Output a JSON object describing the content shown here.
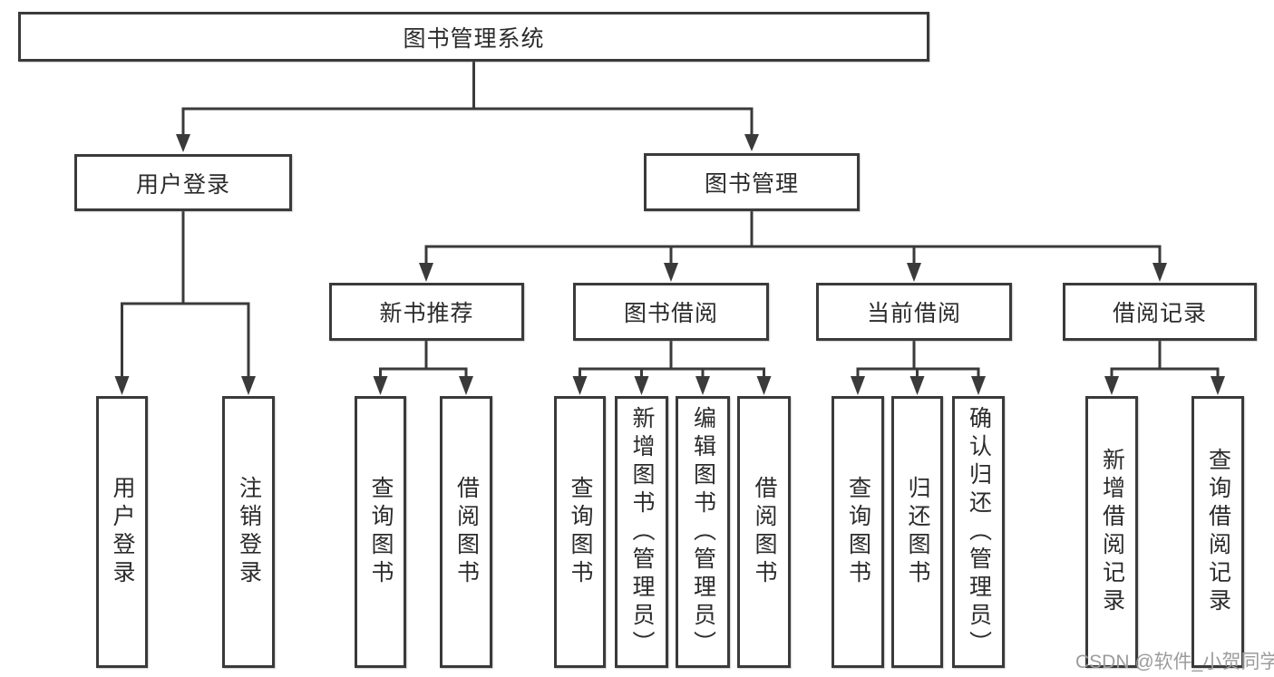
{
  "nodes": {
    "root": "图书管理系统",
    "user_login": "用户登录",
    "book_mgmt": "图书管理",
    "login": "用户登录",
    "logout": "注销登录",
    "new_book_rec": "新书推荐",
    "book_borrow": "图书借阅",
    "current_borrow": "当前借阅",
    "borrow_record": "借阅记录",
    "nb_query": "查询图书",
    "nb_borrow": "借阅图书",
    "bb_query": "查询图书",
    "bb_add": "新增图书（管理员）",
    "bb_edit": "编辑图书（管理员）",
    "bb_borrow": "借阅图书",
    "cb_query": "查询图书",
    "cb_return": "归还图书",
    "cb_confirm": "确认归还（管理员）",
    "br_add": "新增借阅记录",
    "br_query": "查询借阅记录"
  },
  "watermark": "CSDN @软件_小贺同学",
  "colors": {
    "line": "#3a3a3a",
    "text": "#2b2b2b",
    "watermark": "#9c9c9c",
    "background": "#ffffff"
  }
}
